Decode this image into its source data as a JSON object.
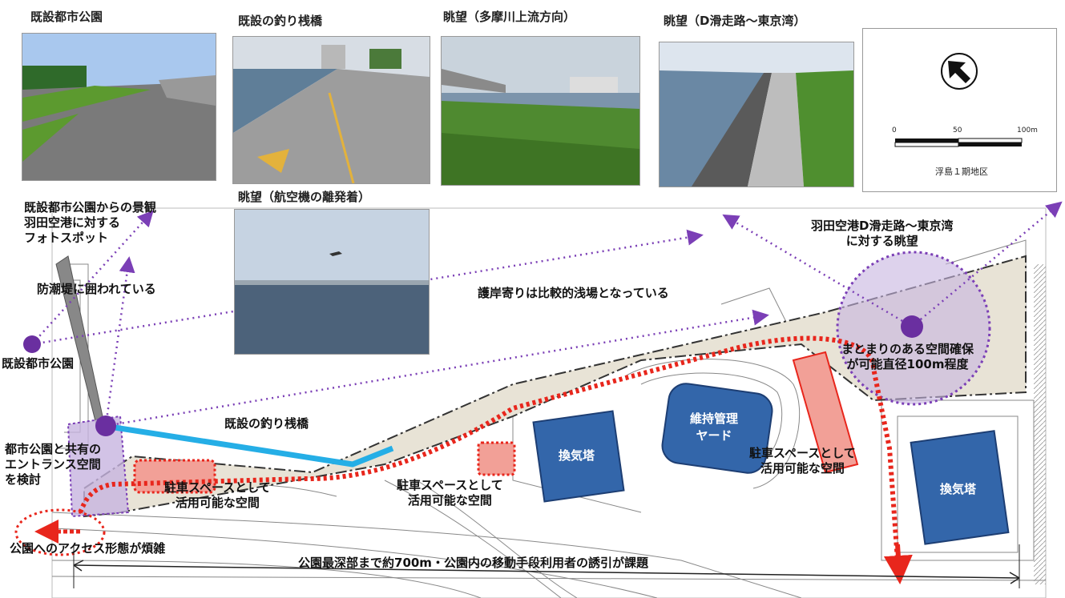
{
  "photos": [
    {
      "caption": "既設都市公園"
    },
    {
      "caption": "既設の釣り桟橋"
    },
    {
      "caption": "眺望（多摩川上流方向）"
    },
    {
      "caption": "眺望（D滑走路～東京湾）"
    },
    {
      "caption": "眺望（航空機の離発着）"
    }
  ],
  "legend": {
    "scale_ticks": [
      "0",
      "50",
      "100m"
    ],
    "district": "浮島１期地区",
    "icon": "north-arrow-icon"
  },
  "annotations": {
    "park_view": [
      "既設都市公園からの景観",
      "羽田空港に対する",
      "フォトスポット"
    ],
    "seawall": "防潮堤に囲われている",
    "existing_park": "既設都市公園",
    "shallow": "護岸寄りは比較的浅場となっている",
    "haneda_view": [
      "羽田空港D滑走路～東京湾",
      "に対する眺望"
    ],
    "open_space": [
      "まとまりのある空間確保",
      "が可能直径100m程度"
    ],
    "fishing_pier": "既設の釣り桟橋",
    "entrance": [
      "都市公園と共有の",
      "エントランス空間",
      "を検討"
    ],
    "parking_left": [
      "駐車スペースとして",
      "活用可能な空間"
    ],
    "parking_center": [
      "駐車スペースとして",
      "活用可能な空間"
    ],
    "parking_right": [
      "駐車スペースとして",
      "活用可能な空間"
    ],
    "access": "公園へのアクセス形態が煩雑",
    "depth": "公園最深部まで約700m・公園内の移動手段利用者の誘引が課題"
  },
  "buildings": {
    "vent_tower_1": "換気塔",
    "maintenance_yard": [
      "維持管理",
      "ヤード"
    ],
    "vent_tower_2": "換気塔"
  },
  "colors": {
    "viewpoint": "#6a2fa0",
    "route": "#e8261c",
    "pier": "#25aee6",
    "building": "#3366aa",
    "park_area": "#e8e3d6",
    "parking": "#f2a097"
  }
}
